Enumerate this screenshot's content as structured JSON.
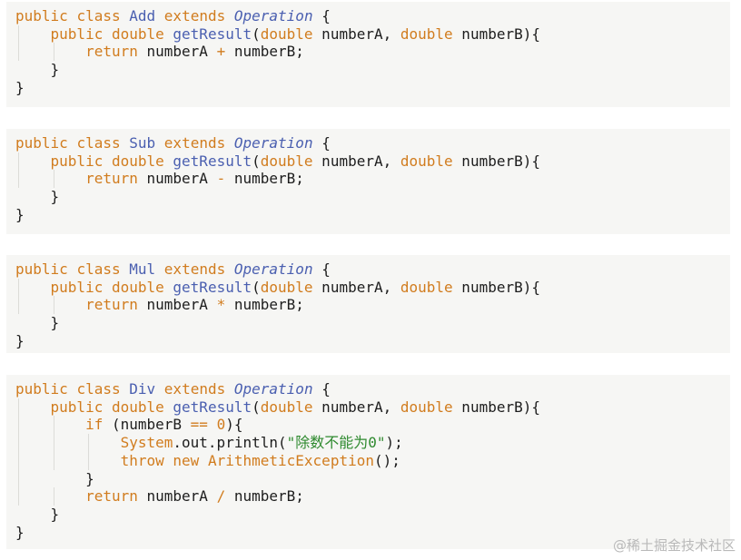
{
  "blocks": [
    {
      "name": "add",
      "lines": [
        [
          [
            "kw",
            "public"
          ],
          [
            "t",
            " "
          ],
          [
            "kw",
            "class"
          ],
          [
            "t",
            " "
          ],
          [
            "cls",
            "Add"
          ],
          [
            "t",
            " "
          ],
          [
            "kw",
            "extends"
          ],
          [
            "t",
            " "
          ],
          [
            "type",
            "Operation"
          ],
          [
            "t",
            " {"
          ]
        ],
        [
          [
            "t",
            "    "
          ],
          [
            "kw",
            "public"
          ],
          [
            "t",
            " "
          ],
          [
            "kw",
            "double"
          ],
          [
            "t",
            " "
          ],
          [
            "cls",
            "getResult"
          ],
          [
            "t",
            "("
          ],
          [
            "kw",
            "double"
          ],
          [
            "t",
            " numberA, "
          ],
          [
            "kw",
            "double"
          ],
          [
            "t",
            " numberB){"
          ]
        ],
        [
          [
            "t",
            "        "
          ],
          [
            "kw",
            "return"
          ],
          [
            "t",
            " numberA "
          ],
          [
            "op",
            "+"
          ],
          [
            "t",
            " numberB;"
          ]
        ],
        [
          [
            "t",
            "    }"
          ]
        ],
        [
          [
            "t",
            "}"
          ]
        ]
      ]
    },
    {
      "name": "sub",
      "lines": [
        [
          [
            "kw",
            "public"
          ],
          [
            "t",
            " "
          ],
          [
            "kw",
            "class"
          ],
          [
            "t",
            " "
          ],
          [
            "cls",
            "Sub"
          ],
          [
            "t",
            " "
          ],
          [
            "kw",
            "extends"
          ],
          [
            "t",
            " "
          ],
          [
            "type",
            "Operation"
          ],
          [
            "t",
            " {"
          ]
        ],
        [
          [
            "t",
            "    "
          ],
          [
            "kw",
            "public"
          ],
          [
            "t",
            " "
          ],
          [
            "kw",
            "double"
          ],
          [
            "t",
            " "
          ],
          [
            "cls",
            "getResult"
          ],
          [
            "t",
            "("
          ],
          [
            "kw",
            "double"
          ],
          [
            "t",
            " numberA, "
          ],
          [
            "kw",
            "double"
          ],
          [
            "t",
            " numberB){"
          ]
        ],
        [
          [
            "t",
            "        "
          ],
          [
            "kw",
            "return"
          ],
          [
            "t",
            " numberA "
          ],
          [
            "op",
            "-"
          ],
          [
            "t",
            " numberB;"
          ]
        ],
        [
          [
            "t",
            "    }"
          ]
        ],
        [
          [
            "t",
            "}"
          ]
        ]
      ]
    },
    {
      "name": "mul",
      "lines": [
        [
          [
            "kw",
            "public"
          ],
          [
            "t",
            " "
          ],
          [
            "kw",
            "class"
          ],
          [
            "t",
            " "
          ],
          [
            "cls",
            "Mul"
          ],
          [
            "t",
            " "
          ],
          [
            "kw",
            "extends"
          ],
          [
            "t",
            " "
          ],
          [
            "type",
            "Operation"
          ],
          [
            "t",
            " {"
          ]
        ],
        [
          [
            "t",
            "    "
          ],
          [
            "kw",
            "public"
          ],
          [
            "t",
            " "
          ],
          [
            "kw",
            "double"
          ],
          [
            "t",
            " "
          ],
          [
            "cls",
            "getResult"
          ],
          [
            "t",
            "("
          ],
          [
            "kw",
            "double"
          ],
          [
            "t",
            " numberA, "
          ],
          [
            "kw",
            "double"
          ],
          [
            "t",
            " numberB){"
          ]
        ],
        [
          [
            "t",
            "        "
          ],
          [
            "kw",
            "return"
          ],
          [
            "t",
            " numberA "
          ],
          [
            "op",
            "*"
          ],
          [
            "t",
            " numberB;"
          ]
        ],
        [
          [
            "t",
            "    }"
          ]
        ],
        [
          [
            "t",
            "}"
          ]
        ]
      ]
    },
    {
      "name": "div",
      "lines": [
        [
          [
            "kw",
            "public"
          ],
          [
            "t",
            " "
          ],
          [
            "kw",
            "class"
          ],
          [
            "t",
            " "
          ],
          [
            "cls",
            "Div"
          ],
          [
            "t",
            " "
          ],
          [
            "kw",
            "extends"
          ],
          [
            "t",
            " "
          ],
          [
            "type",
            "Operation"
          ],
          [
            "t",
            " {"
          ]
        ],
        [
          [
            "t",
            "    "
          ],
          [
            "kw",
            "public"
          ],
          [
            "t",
            " "
          ],
          [
            "kw",
            "double"
          ],
          [
            "t",
            " "
          ],
          [
            "cls",
            "getResult"
          ],
          [
            "t",
            "("
          ],
          [
            "kw",
            "double"
          ],
          [
            "t",
            " numberA, "
          ],
          [
            "kw",
            "double"
          ],
          [
            "t",
            " numberB){"
          ]
        ],
        [
          [
            "t",
            "        "
          ],
          [
            "kw",
            "if"
          ],
          [
            "t",
            " (numberB "
          ],
          [
            "op",
            "=="
          ],
          [
            "t",
            " "
          ],
          [
            "op",
            "0"
          ],
          [
            "t",
            "){"
          ]
        ],
        [
          [
            "t",
            "            "
          ],
          [
            "kw",
            "System"
          ],
          [
            "t",
            ".out.println("
          ],
          [
            "str",
            "\"除数不能为0\""
          ],
          [
            "t",
            ");"
          ]
        ],
        [
          [
            "t",
            "            "
          ],
          [
            "kw",
            "throw"
          ],
          [
            "t",
            " "
          ],
          [
            "kw",
            "new"
          ],
          [
            "t",
            " "
          ],
          [
            "kw",
            "ArithmeticException"
          ],
          [
            "t",
            "();"
          ]
        ],
        [
          [
            "t",
            "        }"
          ]
        ],
        [
          [
            "t",
            "        "
          ],
          [
            "kw",
            "return"
          ],
          [
            "t",
            " numberA "
          ],
          [
            "op",
            "/"
          ],
          [
            "t",
            " numberB;"
          ]
        ],
        [
          [
            "t",
            "    }"
          ]
        ],
        [
          [
            "t",
            "}"
          ]
        ]
      ]
    }
  ],
  "watermark": "@稀土掘金技术社区",
  "colors": {
    "background": "#f6f6f4",
    "keyword": "#d17c1e",
    "class_name": "#4a5fb0",
    "string": "#2f8a2f",
    "plain": "#1d1d1d"
  }
}
